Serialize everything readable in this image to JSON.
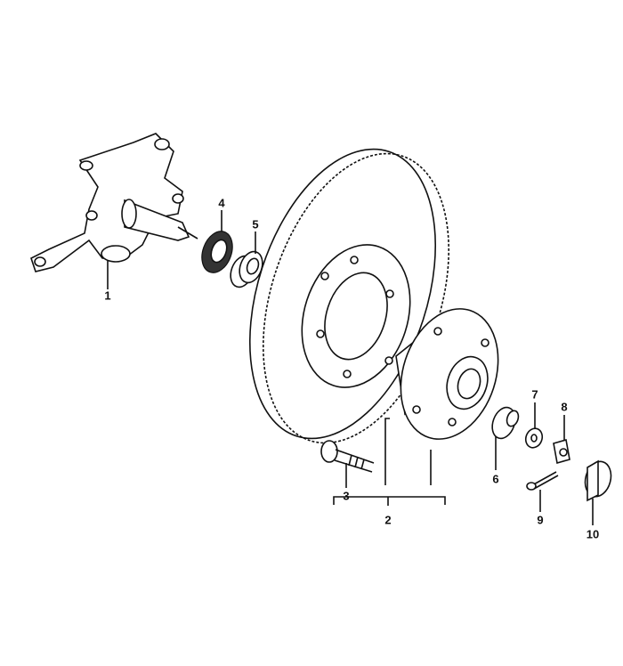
{
  "diagram": {
    "type": "exploded parts diagram - front wheel hub assembly",
    "callouts": [
      {
        "id": "1",
        "label": "1"
      },
      {
        "id": "2",
        "label": "2"
      },
      {
        "id": "3",
        "label": "3"
      },
      {
        "id": "4",
        "label": "4"
      },
      {
        "id": "5",
        "label": "5"
      },
      {
        "id": "6",
        "label": "6"
      },
      {
        "id": "7",
        "label": "7"
      },
      {
        "id": "8",
        "label": "8"
      },
      {
        "id": "9",
        "label": "9"
      },
      {
        "id": "10",
        "label": "10"
      }
    ]
  }
}
